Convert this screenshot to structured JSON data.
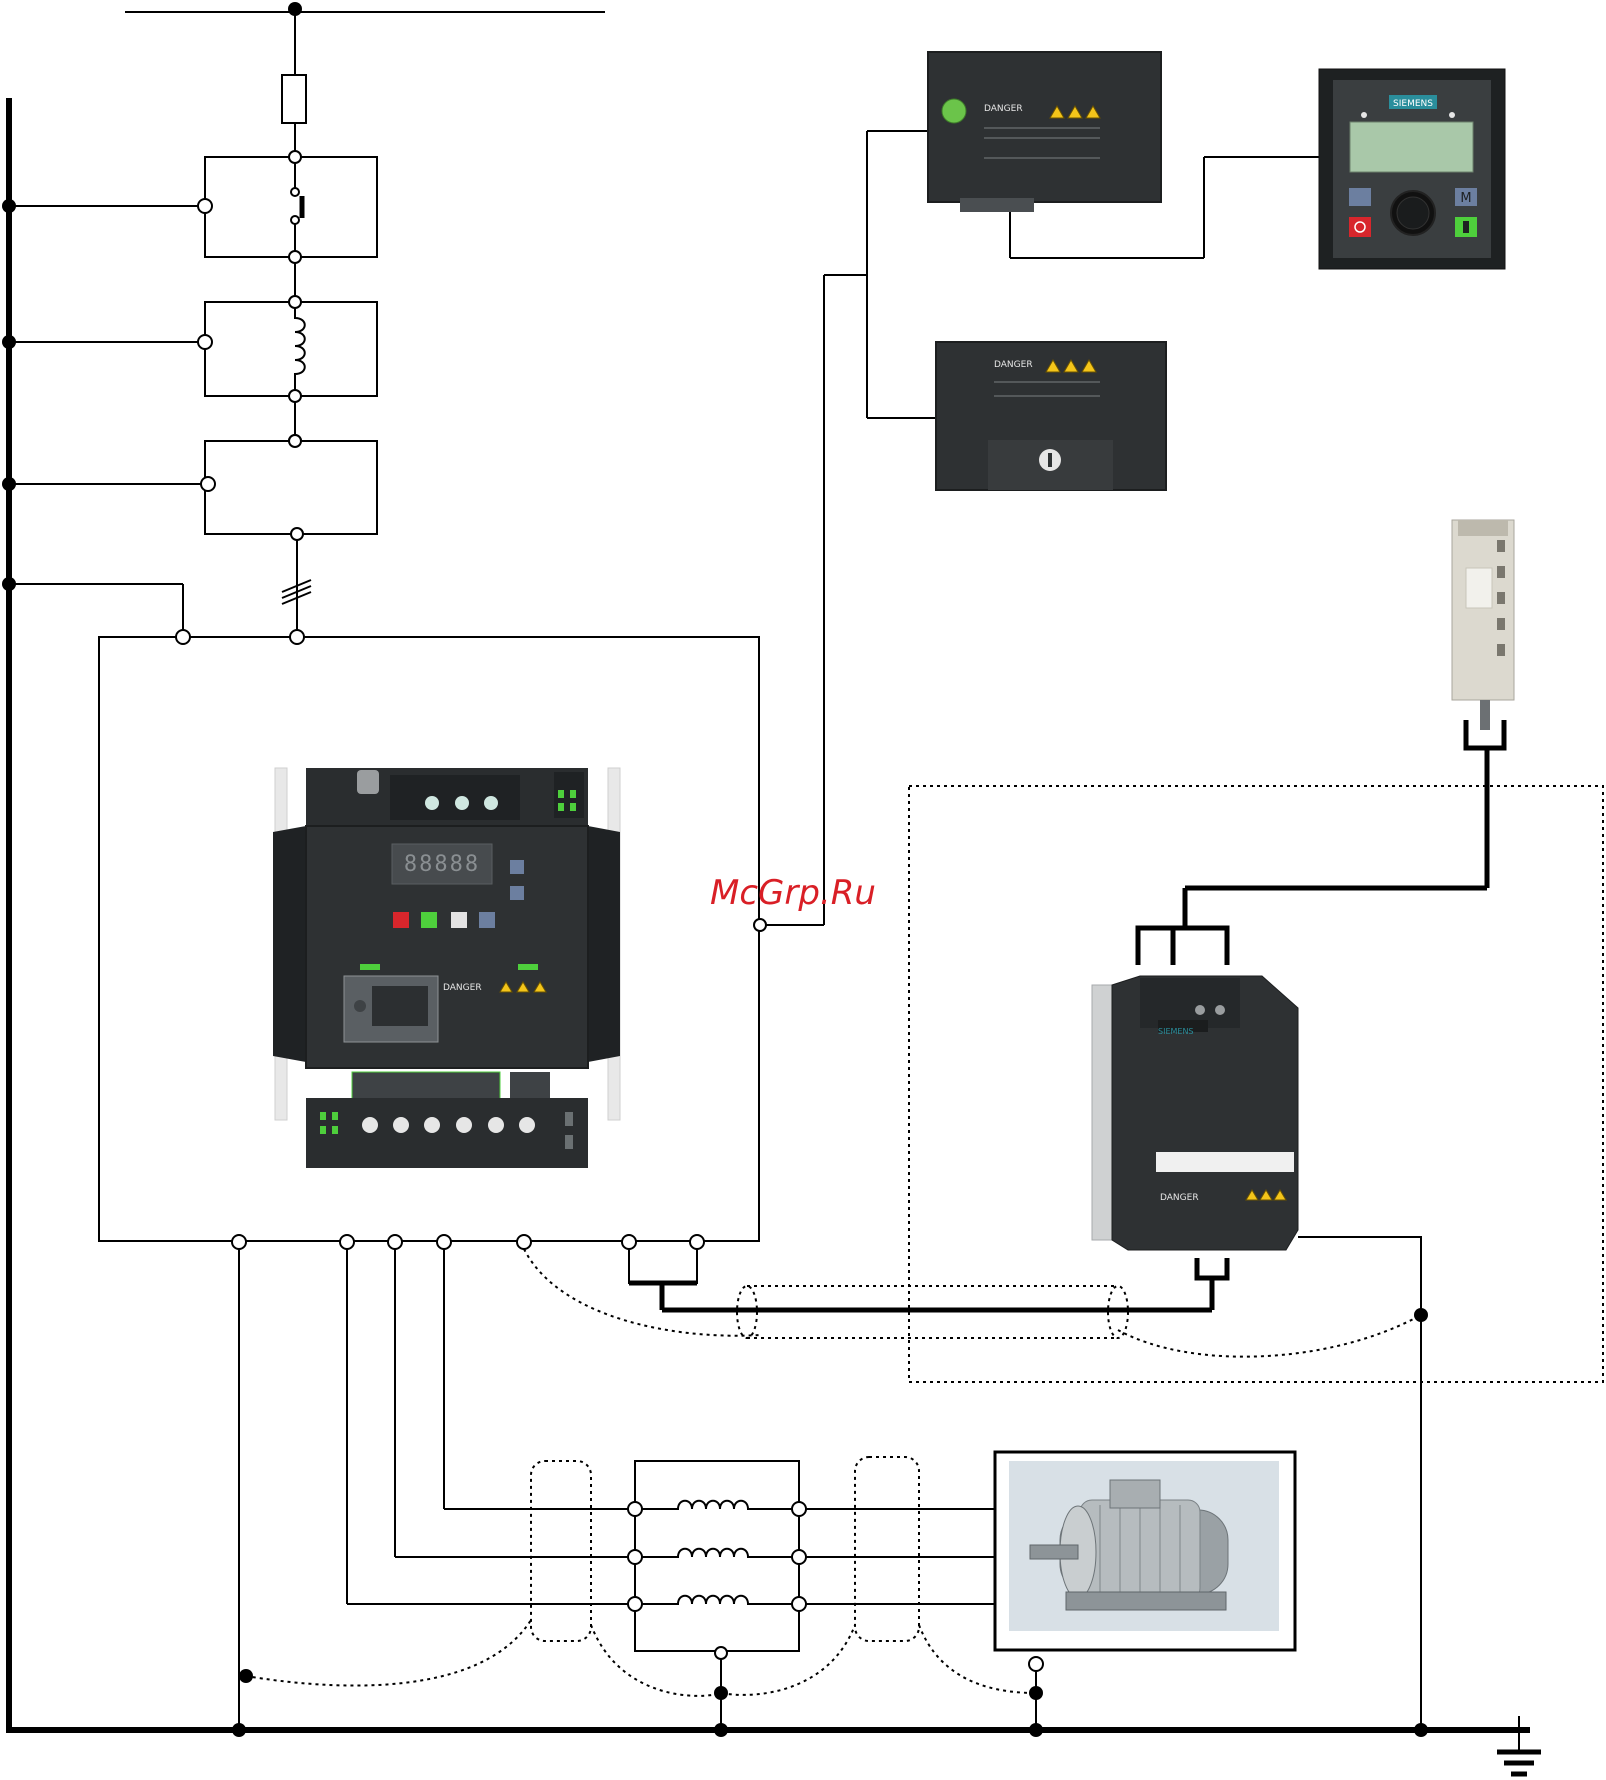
{
  "watermark": "McGrp.Ru",
  "keypad": {
    "brand": "SIEMENS",
    "menu_key": "M"
  },
  "bop_module": {
    "label": "DANGER"
  },
  "blank_cover": {
    "label": "DANGER"
  },
  "inverter": {
    "label": "DANGER",
    "display": "88888"
  },
  "braking_module": {
    "brand": "SIEMENS",
    "label": "DANGER"
  },
  "colors": {
    "watermark": "#d91f26",
    "device_body": "#2e3133",
    "led_green": "#4ecf3c",
    "button_red": "#d8262c",
    "lcd": "#a9c8a9",
    "warning_triangle": "#f4c51a",
    "siemens_badge": "#2a8e9c"
  },
  "icons": [
    "fuse-icon",
    "contact-icon",
    "inductor-icon",
    "ground-icon",
    "motor-icon",
    "warning-icon"
  ]
}
